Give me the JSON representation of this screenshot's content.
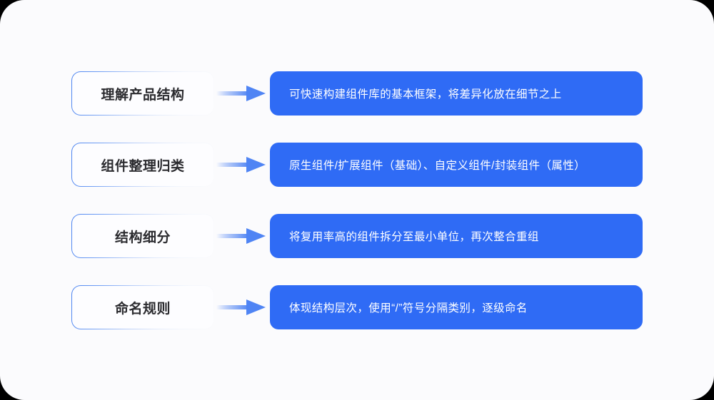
{
  "slide": {
    "background_color": "#000000",
    "card_color": "#fbfbfd",
    "accent_color": "#2f6bf5",
    "pill_border_color": "#4b83f0",
    "pill_text_color": "#2b2b2f",
    "detail_text_color": "#ffffff"
  },
  "flow": {
    "arrow_icon_name": "arrow-right-icon",
    "rows": [
      {
        "stage": "理解产品结构",
        "detail": "可快速构建组件库的基本框架，将差异化放在细节之上"
      },
      {
        "stage": "组件整理归类",
        "detail": "原生组件/扩展组件（基础）、自定义组件/封装组件（属性）"
      },
      {
        "stage": "结构细分",
        "detail": "将复用率高的组件拆分至最小单位，再次整合重组"
      },
      {
        "stage": "命名规则",
        "detail": "体现结构层次，使用“/”符号分隔类别，逐级命名"
      }
    ]
  }
}
